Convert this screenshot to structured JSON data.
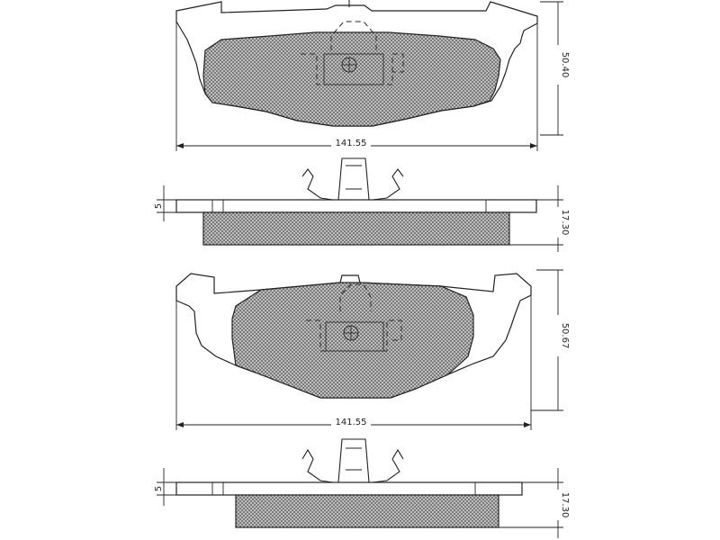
{
  "pads": [
    {
      "width_label": "141.55",
      "height_label": "50.40",
      "plate_thickness_label": "5",
      "total_thickness_label": "17.30"
    },
    {
      "width_label": "141.55",
      "height_label": "50.67",
      "plate_thickness_label": "5",
      "total_thickness_label": "17.30"
    }
  ]
}
